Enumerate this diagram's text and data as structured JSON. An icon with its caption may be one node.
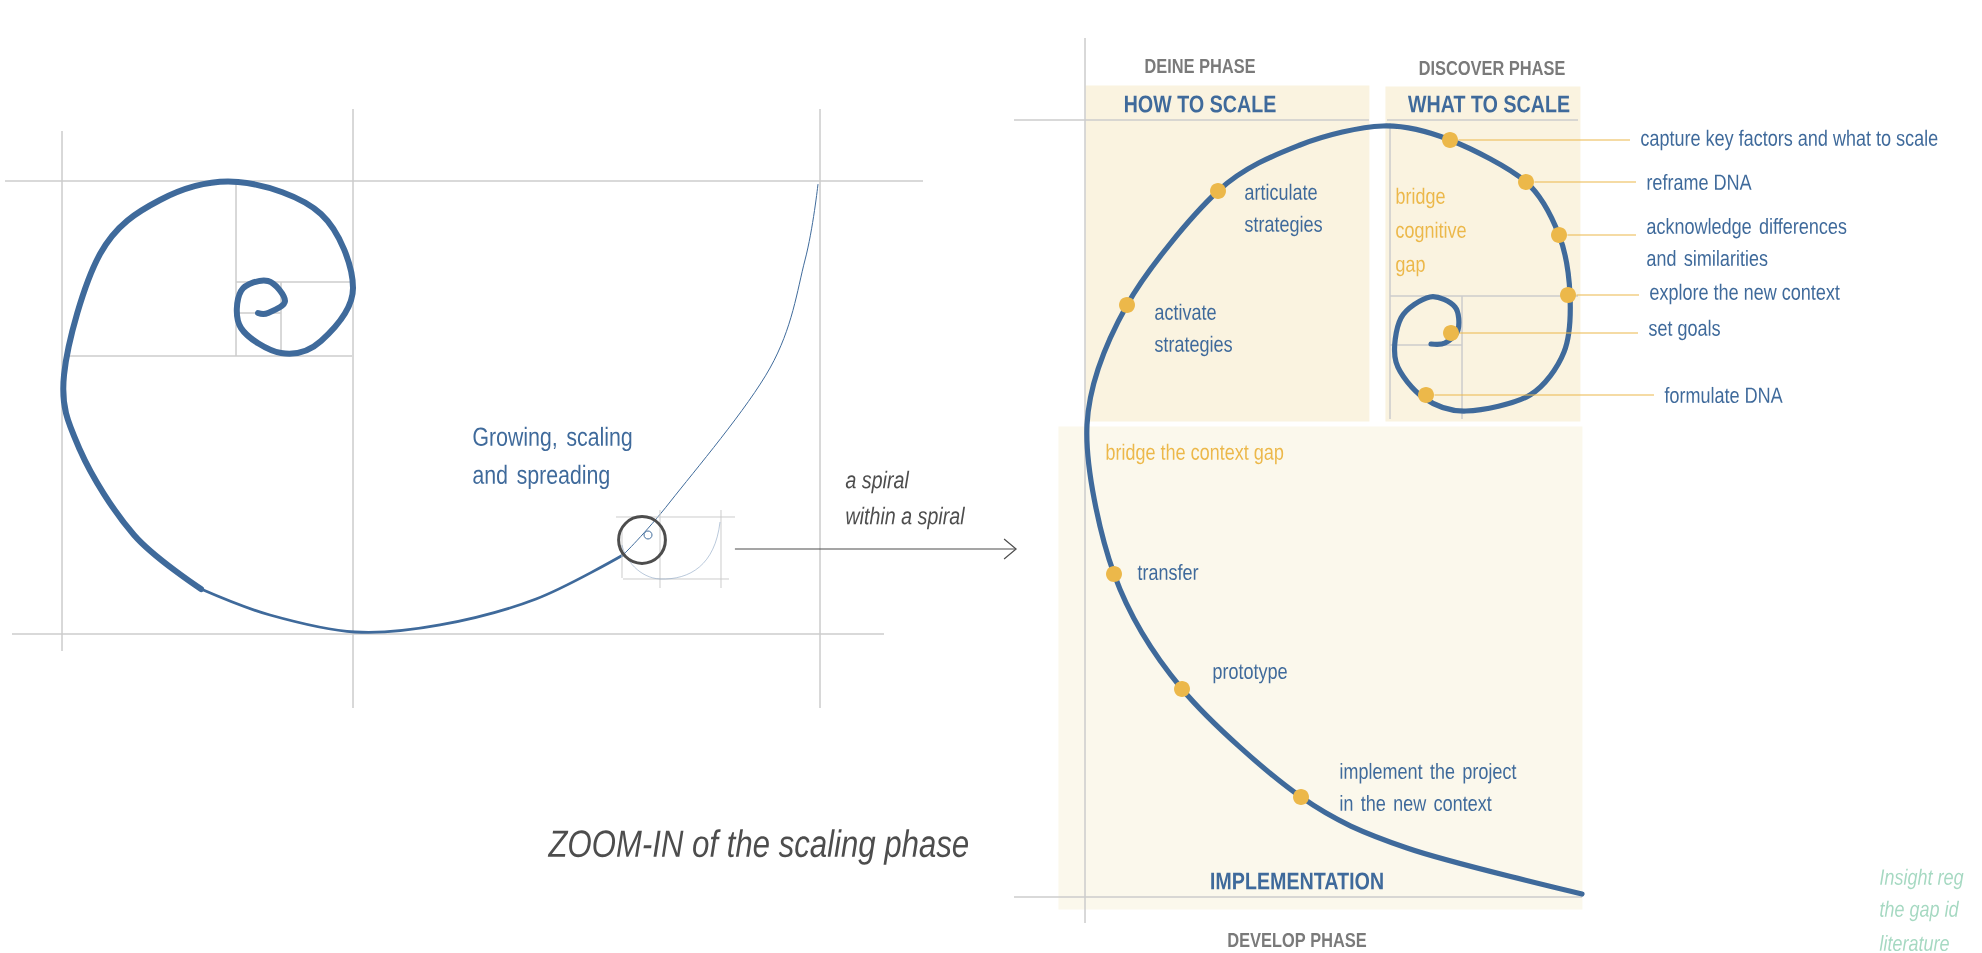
{
  "diagram": {
    "nodes": [
      {
        "text": [
          "HOW TO SCALE"
        ],
        "beside": [
          "DEINE PHASE"
        ]
      },
      {
        "text": [
          "WHAT TO SCALE",
          "bridge cognitive gap"
        ],
        "beside": [
          "DISCOVER PHASE"
        ]
      },
      {
        "text": [
          "bridge the context gap",
          "IMPLEMENTATION"
        ],
        "beside": [
          "DEVELOP PHASE"
        ]
      },
      {
        "text": [
          "capture key factors and what to scale"
        ]
      },
      {
        "text": [
          "reframe DNA"
        ]
      },
      {
        "text": [
          "acknowledge differences and similarities"
        ]
      },
      {
        "text": [
          "explore the new context"
        ]
      },
      {
        "text": [
          "set goals"
        ]
      },
      {
        "text": [
          "formulate DNA"
        ]
      },
      {
        "text": [],
        "shape": "circle",
        "in": 1
      },
      {
        "text": [],
        "shape": "circle",
        "in": 1
      },
      {
        "text": [],
        "shape": "circle",
        "in": 1
      },
      {
        "text": [],
        "shape": "circle",
        "in": 1
      },
      {
        "text": [],
        "shape": "circle",
        "in": 1
      },
      {
        "text": [],
        "shape": "circle",
        "in": 1
      },
      {
        "text": [],
        "shape": "picture"
      }
    ],
    "edges": [
      {
        "from": 3,
        "to": 9,
        "arrow": "none"
      },
      {
        "from": 4,
        "to": 10,
        "arrow": "none"
      },
      {
        "from": 5,
        "to": 11,
        "arrow": "none"
      },
      {
        "from": 6,
        "to": 12,
        "arrow": "none"
      },
      {
        "from": 7,
        "to": 13,
        "arrow": "none"
      },
      {
        "from": 8,
        "to": 14,
        "arrow": "none"
      },
      {
        "from": 15,
        "to": null,
        "arrow": "to",
        "label": "a spiral within a spiral",
        "color": "#4d4d4d"
      }
    ],
    "labels": [
      "Growing, scaling and spreading",
      "articulate strategies",
      "activate strategies",
      "transfer",
      "prototype",
      "implement the project in the new context",
      "ZOOM-IN of the scaling phase",
      "Insight reg",
      "the gap id",
      "literature"
    ]
  }
}
